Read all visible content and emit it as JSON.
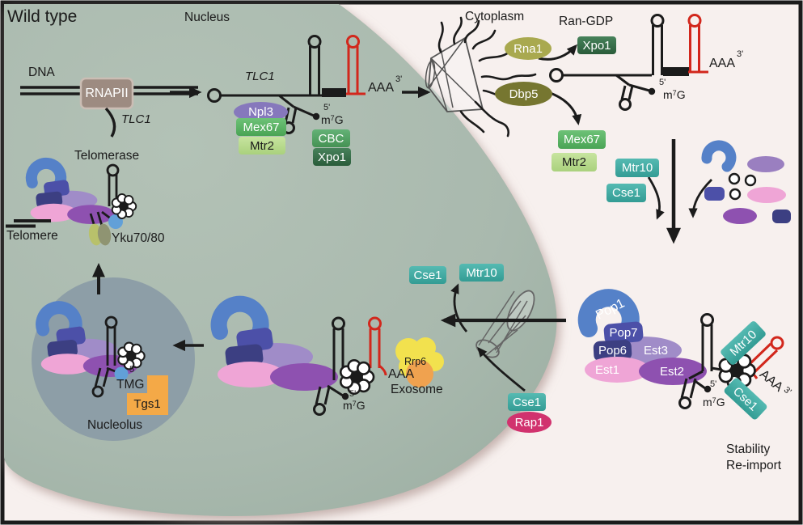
{
  "title": "Wild type",
  "regions": {
    "nucleus": "Nucleus",
    "cytoplasm": "Cytoplasm",
    "nucleolus": "Nucleolus",
    "exosome": "Exosome",
    "telomere": "Telomere",
    "telomerase": "Telomerase",
    "dna": "DNA",
    "ran_gdp": "Ran-GDP",
    "tmg": "TMG",
    "yku": "Yku70/80",
    "stability": "Stability",
    "reimport": "Re-import"
  },
  "gene": {
    "tlc1": "TLC1"
  },
  "proteins": {
    "rnapii": "RNAPII",
    "npl3": "Npl3",
    "mex67": "Mex67",
    "mtr2": "Mtr2",
    "cbc": "CBC",
    "xpo1": "Xpo1",
    "rna1": "Rna1",
    "dbp5": "Dbp5",
    "mtr10": "Mtr10",
    "cse1": "Cse1",
    "rap1": "Rap1",
    "tgs1": "Tgs1",
    "rrp6": "Rrp6",
    "pop1": "Pop1",
    "pop7": "Pop7",
    "pop6": "Pop6",
    "est1": "Est1",
    "est2": "Est2",
    "est3": "Est3"
  },
  "rna": {
    "aaa": "AAA",
    "five_prime": "5'",
    "three_prime": "3'",
    "cap_m": "m",
    "cap_seven": "7",
    "cap_g": "G"
  },
  "icons": {
    "nuclear_pore": "wireframe-basket-mesh",
    "sm_ring": "ring-of-seven-white-circles",
    "exosome": "yellow-orange-blob",
    "telomerase_complex": "blue-purple-pink-protein-cluster",
    "arrow": "black-arrow"
  },
  "colors": {
    "nucleus_fill": "#a9b9ae",
    "cytoplasm_fill": "#f7f0ee",
    "nucleolus_fill": "#8d9ea7",
    "rna_red": "#d2271c",
    "line_black": "#1b1b1b",
    "rnapii_fill": "#9d8b81",
    "npl3_purple": "#8678bc",
    "mex67_green": "#56b060",
    "mtr2_light_green": "#b9da8e",
    "cbc_green": "#50a063",
    "xpo1_dark_green": "#346b45",
    "rna1_olive": "#a9a94f",
    "dbp5_olive_dark": "#767630",
    "importin_teal": "#3fa9a1",
    "rap1_magenta": "#d1326e",
    "tgs1_orange": "#f4a947",
    "exosome_yellow": "#f2e14e",
    "exosome_orange": "#f0a24f",
    "pop1_blue": "#5581c8",
    "pop_navy": "#4c50a8",
    "pop_navy_dark": "#3c3f82",
    "est3_lavender": "#a08cc8",
    "est1_pink": "#efa5d6",
    "est2_purple": "#8e51b0",
    "yku_olive": "#b8c16b",
    "yku_gray": "#8f9472",
    "tmg_blue": "#62a0d8"
  }
}
